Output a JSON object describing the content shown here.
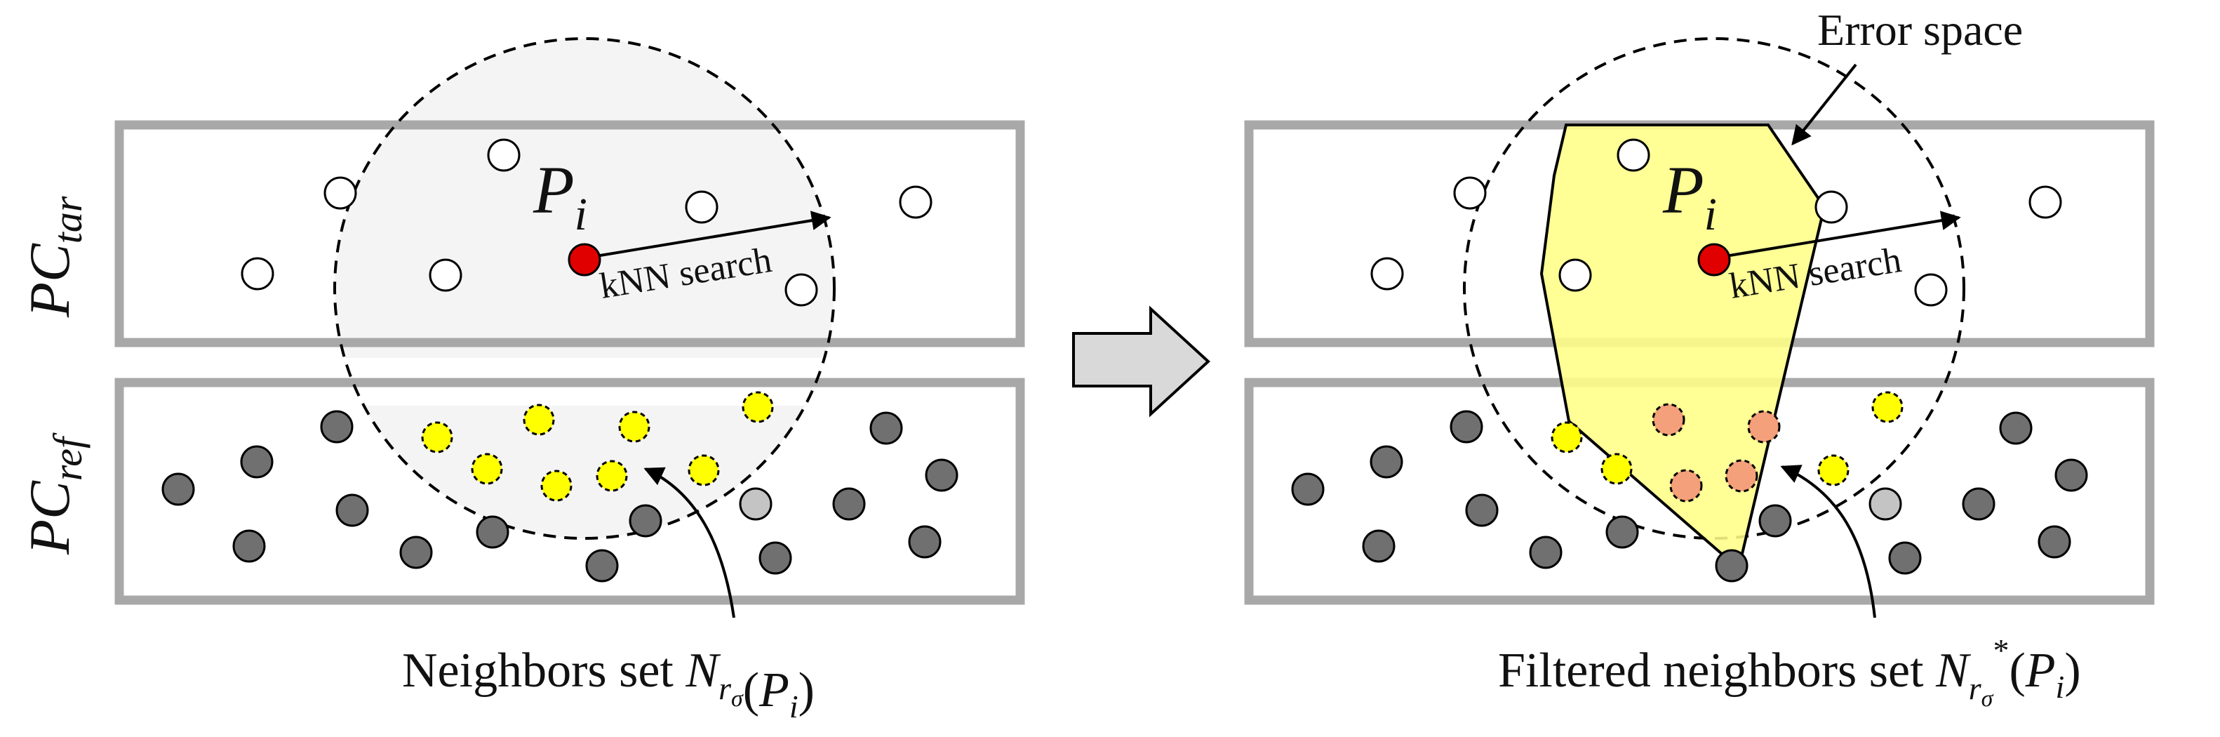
{
  "row_labels": {
    "target": {
      "base": "PC",
      "sub": "tar"
    },
    "reference": {
      "base": "PC",
      "sub": "ref"
    }
  },
  "point_label": {
    "base": "P",
    "sub": "i"
  },
  "search_label": "kNN search",
  "error_space_label": "Error space",
  "captions": {
    "left": {
      "text": "Neighbors  set ",
      "symbol": "N",
      "sub": "r",
      "subsub": "σ",
      "star": "",
      "arg_base": "P",
      "arg_sub": "i"
    },
    "right": {
      "text": "Filtered neighbors  set ",
      "symbol": "N",
      "sub": "r",
      "subsub": "σ",
      "star": "*",
      "arg_base": "P",
      "arg_sub": "i"
    }
  },
  "colors": {
    "frame": "#a8a8a8",
    "search_sphere_fill": "#f4f4f4",
    "target_point": "#ffffff",
    "query_point": "#e10000",
    "reference_point": "#707070",
    "reference_point_light": "#c4c4c4",
    "neighbor_point": "#ffff00",
    "filtered_point": "#f4a07a",
    "error_space_fill": "#ffff88",
    "transition_arrow": "#d9d9d9"
  }
}
